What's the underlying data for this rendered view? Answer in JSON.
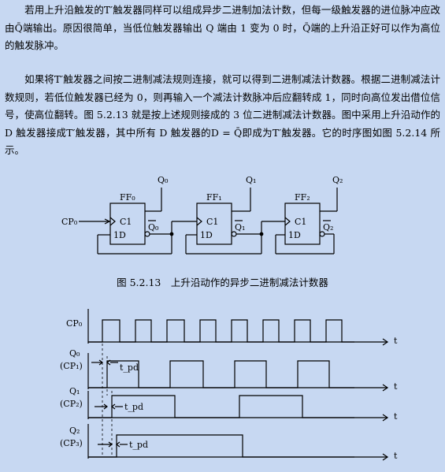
{
  "text": {
    "p1": "若用上升沿触发的T′触发器同样可以组成异步二进制加法计数，但每一级触发器的进位脉冲应改由Q̄端输出。原因很简单，当低位触发器输出 Q 端由 1 变为 0 时，Q̄端的上升沿正好可以作为高位的触发脉冲。",
    "p2": "如果将T′触发器之间按二进制减法规则连接，就可以得到二进制减法计数器。根据二进制减法计数规则，若低位触发器已经为 0，则再输入一个减法计数脉冲后应翻转成 1，同时向高位发出借位信号，使高位翻转。图 5.2.13 就是按上述规则接成的 3 位二进制减法计数器。图中采用上升沿动作的 D 触发器接成T′触发器，其中所有 D 触发器的D = Q̄即成为T′触发器。它的时序图如图 5.2.14 所示。"
  },
  "circuit": {
    "ff_labels": [
      "FF₀",
      "FF₁",
      "FF₂"
    ],
    "inputs": [
      "C1",
      "1D"
    ],
    "q_labels": [
      "Q₀",
      "Q₁",
      "Q₂"
    ],
    "qbar_labels": [
      "Q₀",
      "Q₁",
      "Q₂"
    ],
    "clock_in": "CP₀"
  },
  "caption": "图 5.2.13　上升沿动作的异步二进制减法计数器",
  "timing": {
    "rows": [
      {
        "name": "CP₀",
        "sub": ""
      },
      {
        "name": "Q₀",
        "sub": "(CP₁)"
      },
      {
        "name": "Q₁",
        "sub": "(CP₂)"
      },
      {
        "name": "Q₂",
        "sub": "(CP₃)"
      }
    ],
    "time_label": "t",
    "delay_label": "t_pd"
  }
}
